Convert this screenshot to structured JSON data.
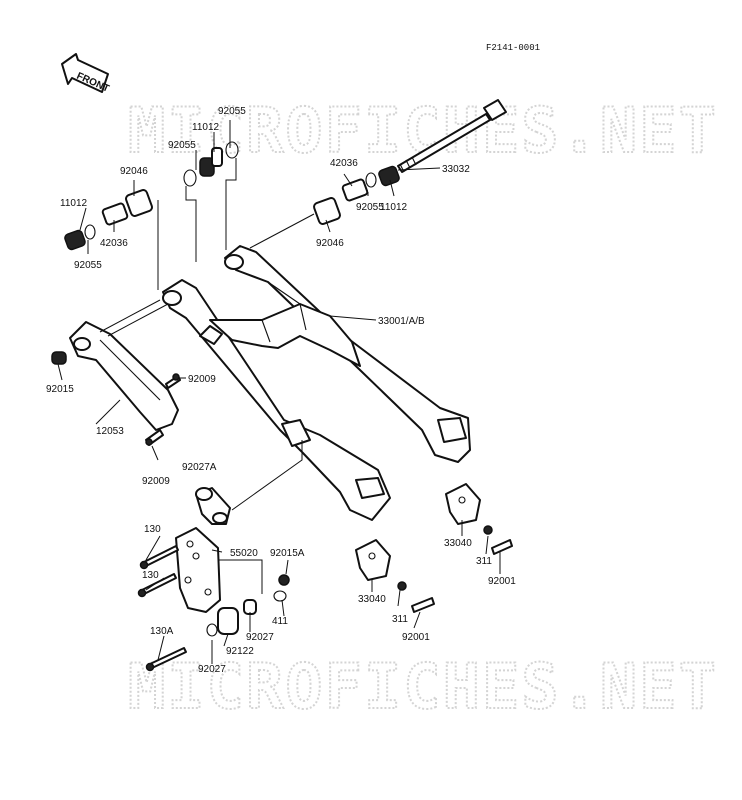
{
  "diagram": {
    "code": "F2141-0001",
    "front_label": "FRONT",
    "watermark": "MICROFICHES.NET",
    "labels": {
      "p92055_top": "92055",
      "p11012_top": "11012",
      "p92055_mid": "92055",
      "p92046_l": "92046",
      "p11012_l": "11012",
      "p42036_l": "42036",
      "p92055_l": "92055",
      "p42036_r": "42036",
      "p33032": "33032",
      "p92055_r": "92055",
      "p11012_r": "11012",
      "p92046_r": "92046",
      "p33001": "33001/A/B",
      "p92015": "92015",
      "p92009_a": "92009",
      "p12053": "12053",
      "p92009_b": "92009",
      "p92027A": "92027A",
      "p130_a": "130",
      "p55020": "55020",
      "p92015A": "92015A",
      "p130_b": "130",
      "p411": "411",
      "p92027_a": "92027",
      "p92122": "92122",
      "p130A": "130A",
      "p92027_b": "92027",
      "p33040_r": "33040",
      "p311_r": "311",
      "p92001_r": "92001",
      "p33040_l": "33040",
      "p311_l": "311",
      "p92001_l": "92001"
    }
  }
}
